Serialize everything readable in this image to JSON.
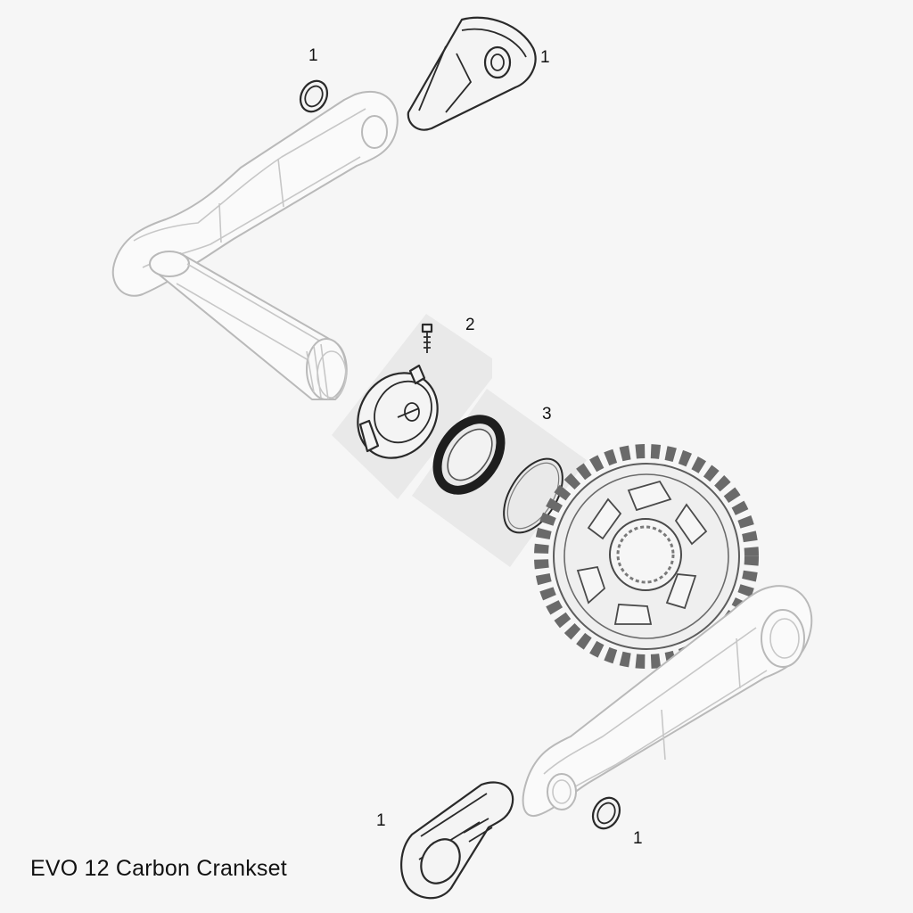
{
  "caption": "EVO 12 Carbon Crankset",
  "callouts": {
    "left_arm_washer": "1",
    "left_arm_cap": "1",
    "spider_lockring": "2",
    "spacer_ring": "3",
    "right_arm_cap": "1",
    "right_arm_washer": "1"
  },
  "colors": {
    "background": "#f6f6f6",
    "highlight_panel": "#e9e9e9",
    "line_dark": "#2a2a2a",
    "line_light": "#b9b9b9"
  }
}
